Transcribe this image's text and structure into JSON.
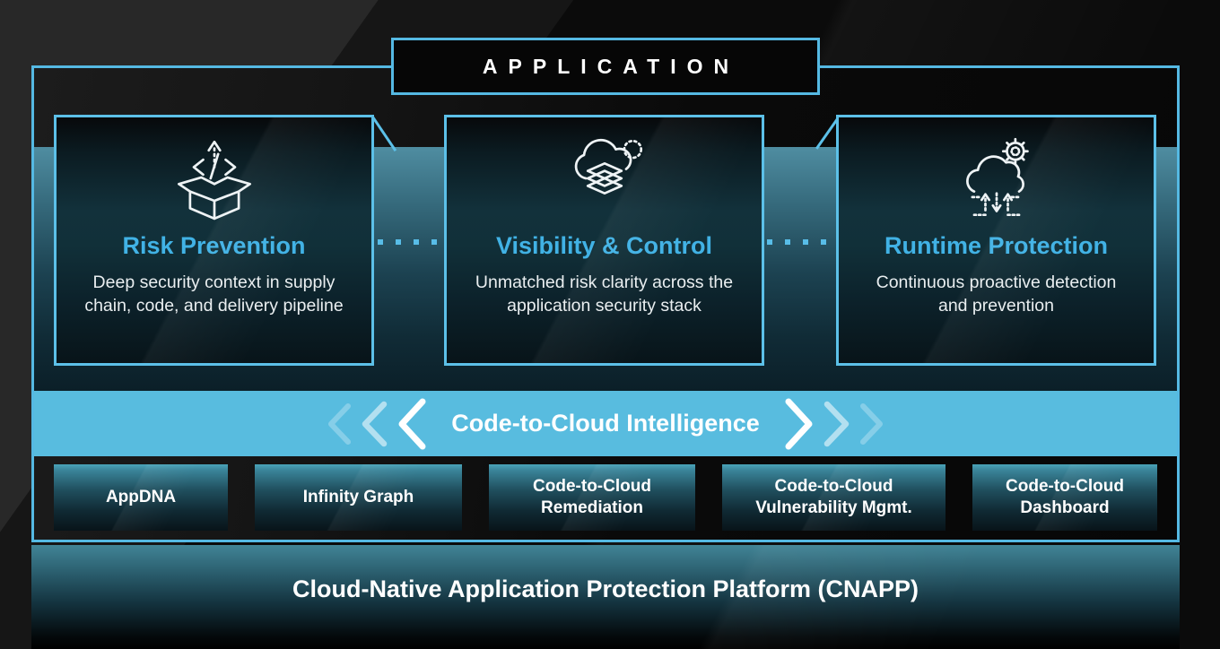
{
  "title_banner": {
    "label": "APPLICATION"
  },
  "pillars": [
    {
      "icon": "package-code-icon",
      "title": "Risk Prevention",
      "description": "Deep security context in supply chain, code, and delivery pipeline"
    },
    {
      "icon": "cloud-stack-icon",
      "title": "Visibility & Control",
      "description": "Unmatched risk clarity across the application security stack"
    },
    {
      "icon": "cloud-gear-icon",
      "title": "Runtime Protection",
      "description": "Continuous proactive detection and prevention"
    }
  ],
  "intelligence_banner": {
    "label": "Code-to-Cloud Intelligence"
  },
  "capabilities": [
    {
      "label": "AppDNA"
    },
    {
      "label": "Infinity Graph"
    },
    {
      "label": "Code-to-Cloud Remediation"
    },
    {
      "label": "Code-to-Cloud Vulnerability Mgmt."
    },
    {
      "label": "Code-to-Cloud Dashboard"
    }
  ],
  "platform_bar": {
    "label": "Cloud-Native Application Protection Platform (CNAPP)"
  },
  "colors": {
    "accent_cyan": "#5cc0e8",
    "banner_blue": "#58bcdf",
    "title_blue": "#41b2e5",
    "band_teal": "#4f8da1",
    "page_dark": "#282828"
  }
}
